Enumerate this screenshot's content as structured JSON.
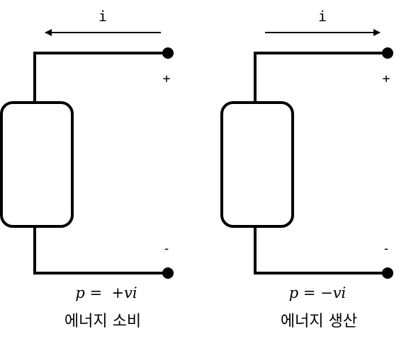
{
  "circuits": [
    {
      "current_label": "i",
      "current_direction": "left",
      "plus_sign": "+",
      "minus_sign": "-",
      "equation": "p =  +vi",
      "caption": "에너지 소비"
    },
    {
      "current_label": "i",
      "current_direction": "right",
      "plus_sign": "+",
      "minus_sign": "-",
      "equation": "p = −vi",
      "caption": "에너지 생산"
    }
  ],
  "colors": {
    "stroke": "#000000",
    "background": "#ffffff"
  }
}
